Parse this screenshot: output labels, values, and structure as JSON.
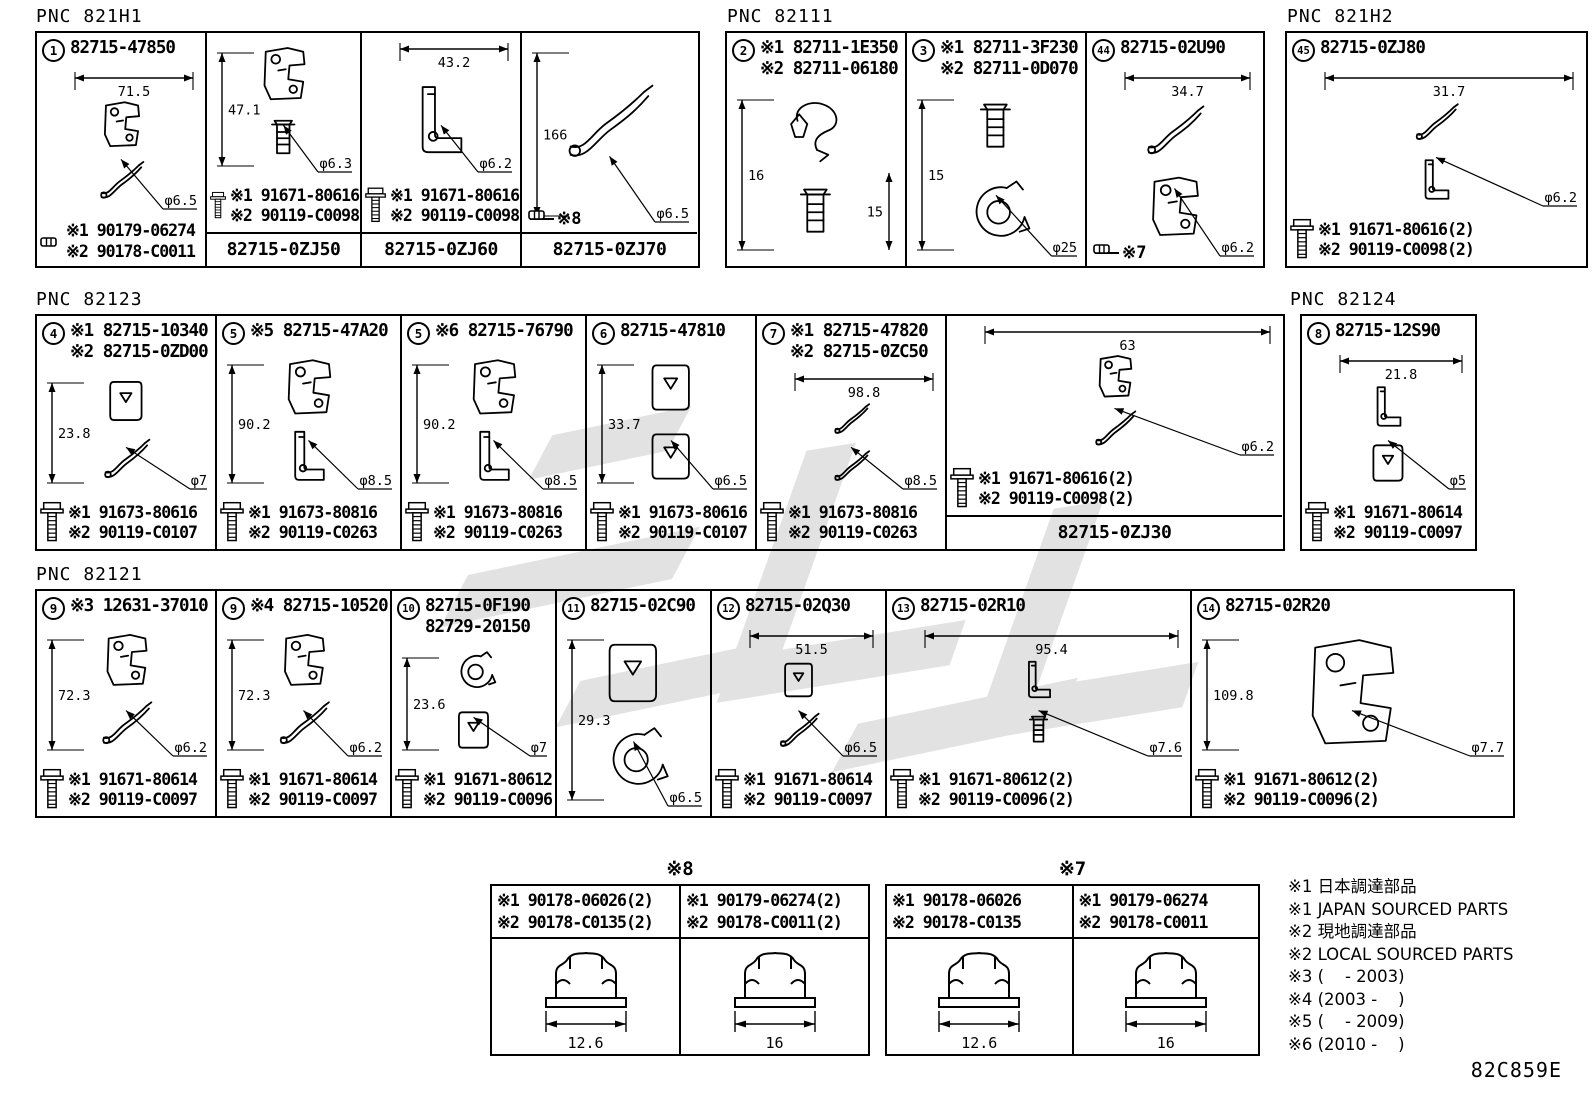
{
  "page": {
    "code": "82C859E"
  },
  "sections": [
    {
      "id": "821h1",
      "label": "PNC 821H1",
      "cells": [
        {
          "badge": "1",
          "title_lines": [
            "82715-47850"
          ],
          "sketch": [
            "bracket",
            "arm"
          ],
          "dims": [
            {
              "kind": "dia",
              "label": "φ6.5"
            },
            {
              "kind": "width",
              "label": "71.5"
            }
          ],
          "fastener": {
            "icon": "nut",
            "lines": [
              "※1 90179-06274",
              "※2 90178-C0011"
            ]
          },
          "footer": null,
          "note": null
        },
        {
          "badge": null,
          "title_lines": [],
          "sketch": [
            "bracket",
            "pin"
          ],
          "dims": [
            {
              "kind": "dia",
              "label": "φ6.3"
            },
            {
              "kind": "height",
              "label": "47.1"
            }
          ],
          "fastener": {
            "icon": "bolt",
            "lines": [
              "※1 91671-80616",
              "※2 90119-C0098"
            ]
          },
          "footer": "82715-0ZJ50",
          "note": null
        },
        {
          "badge": null,
          "title_lines": [],
          "sketch": [
            "channel"
          ],
          "dims": [
            {
              "kind": "dia",
              "label": "φ6.2"
            },
            {
              "kind": "width",
              "label": "43.2"
            }
          ],
          "fastener": {
            "icon": "bolt",
            "lines": [
              "※1 91671-80616",
              "※2 90119-C0098"
            ]
          },
          "footer": "82715-0ZJ60",
          "note": null
        },
        {
          "badge": null,
          "title_lines": [],
          "sketch": [
            "arm"
          ],
          "dims": [
            {
              "kind": "height",
              "label": "166"
            },
            {
              "kind": "dia",
              "label": "φ6.5"
            }
          ],
          "fastener": null,
          "footer": "82715-0ZJ70",
          "note": "※8"
        }
      ]
    },
    {
      "id": "82111",
      "label": "PNC 82111",
      "cells": [
        {
          "badge": "2",
          "title_lines": [
            "※1 82711-1E350",
            "※2 82711-06180"
          ],
          "sketch": [
            "clip",
            "pin"
          ],
          "dims": [
            {
              "kind": "height",
              "label": "16"
            },
            {
              "kind": "height",
              "label": "15"
            }
          ],
          "fastener": null,
          "footer": null,
          "note": null
        },
        {
          "badge": "3",
          "title_lines": [
            "※1 82711-3F230",
            "※2 82711-0D070"
          ],
          "sketch": [
            "pin",
            "clamp"
          ],
          "dims": [
            {
              "kind": "height",
              "label": "15"
            },
            {
              "kind": "dia",
              "label": "φ25"
            }
          ],
          "fastener": null,
          "footer": null,
          "note": null
        },
        {
          "badge": "44",
          "title_lines": [
            "82715-02U90"
          ],
          "sketch": [
            "arm",
            "bracket"
          ],
          "dims": [
            {
              "kind": "dia",
              "label": "φ6.2"
            },
            {
              "kind": "width",
              "label": "34.7"
            }
          ],
          "fastener": null,
          "footer": null,
          "note": "※7"
        }
      ]
    },
    {
      "id": "821h2",
      "label": "PNC 821H2",
      "cells": [
        {
          "badge": "45",
          "title_lines": [
            "82715-0ZJ80"
          ],
          "sketch": [
            "arm",
            "channel"
          ],
          "dims": [
            {
              "kind": "width",
              "label": "31.7"
            },
            {
              "kind": "dia",
              "label": "φ6.2"
            }
          ],
          "fastener": {
            "icon": "bolt",
            "lines": [
              "※1 91671-80616(2)",
              "※2 90119-C0098(2)"
            ]
          },
          "footer": null,
          "note": null
        }
      ]
    },
    {
      "id": "82123",
      "label": "PNC 82123",
      "cells": [
        {
          "badge": "4",
          "title_lines": [
            "※1 82715-10340",
            "※2 82715-0ZD00"
          ],
          "sketch": [
            "plate",
            "arm"
          ],
          "dims": [
            {
              "kind": "dia",
              "label": "φ7"
            },
            {
              "kind": "height",
              "label": "23.8"
            }
          ],
          "fastener": {
            "icon": "bolt",
            "lines": [
              "※1 91673-80616",
              "※2 90119-C0107"
            ]
          },
          "footer": null,
          "note": null
        },
        {
          "badge": "5",
          "title_lines": [
            "※5 82715-47A20"
          ],
          "sketch": [
            "bracket",
            "channel"
          ],
          "dims": [
            {
              "kind": "height",
              "label": "90.2"
            },
            {
              "kind": "dia",
              "label": "φ8.5"
            }
          ],
          "fastener": {
            "icon": "bolt",
            "lines": [
              "※1 91673-80816",
              "※2 90119-C0263"
            ]
          },
          "footer": null,
          "note": null
        },
        {
          "badge": "5",
          "title_lines": [
            "※6 82715-76790"
          ],
          "sketch": [
            "bracket",
            "channel"
          ],
          "dims": [
            {
              "kind": "height",
              "label": "90.2"
            },
            {
              "kind": "dia",
              "label": "φ8.5"
            }
          ],
          "fastener": {
            "icon": "bolt",
            "lines": [
              "※1 91673-80816",
              "※2 90119-C0263"
            ]
          },
          "footer": null,
          "note": null
        },
        {
          "badge": "6",
          "title_lines": [
            "82715-47810"
          ],
          "sketch": [
            "plate",
            "plate"
          ],
          "dims": [
            {
              "kind": "dia",
              "label": "φ6.5"
            },
            {
              "kind": "height",
              "label": "33.7"
            }
          ],
          "fastener": {
            "icon": "bolt",
            "lines": [
              "※1 91673-80616",
              "※2 90119-C0107"
            ]
          },
          "footer": null,
          "note": null
        },
        {
          "badge": "7",
          "title_lines": [
            "※1 82715-47820",
            "※2 82715-0ZC50"
          ],
          "sketch": [
            "arm",
            "arm"
          ],
          "dims": [
            {
              "kind": "width",
              "label": "98.8"
            },
            {
              "kind": "dia",
              "label": "φ8.5"
            }
          ],
          "fastener": {
            "icon": "bolt",
            "lines": [
              "※1 91673-80816",
              "※2 90119-C0263"
            ]
          },
          "footer": null,
          "note": null
        },
        {
          "badge": null,
          "title_lines": [],
          "sketch": [
            "bracket",
            "arm"
          ],
          "dims": [
            {
              "kind": "width",
              "label": "63"
            },
            {
              "kind": "dia",
              "label": "φ6.2"
            }
          ],
          "fastener": {
            "icon": "bolt",
            "lines": [
              "※1 91671-80616(2)",
              "※2 90119-C0098(2)"
            ]
          },
          "footer": "82715-0ZJ30",
          "note": null
        }
      ]
    },
    {
      "id": "82124",
      "label": "PNC 82124",
      "cells": [
        {
          "badge": "8",
          "title_lines": [
            "82715-12S90"
          ],
          "sketch": [
            "channel",
            "plate"
          ],
          "dims": [
            {
              "kind": "width",
              "label": "21.8"
            },
            {
              "kind": "dia",
              "label": "φ5"
            }
          ],
          "fastener": {
            "icon": "bolt",
            "lines": [
              "※1 91671-80614",
              "※2 90119-C0097"
            ]
          },
          "footer": null,
          "note": null
        }
      ]
    },
    {
      "id": "82121",
      "label": "PNC 82121",
      "cells": [
        {
          "badge": "9",
          "title_lines": [
            "※3 12631-37010"
          ],
          "sketch": [
            "bracket",
            "arm"
          ],
          "dims": [
            {
              "kind": "height",
              "label": "72.3"
            },
            {
              "kind": "dia",
              "label": "φ6.2"
            }
          ],
          "fastener": {
            "icon": "bolt",
            "lines": [
              "※1 91671-80614",
              "※2 90119-C0097"
            ]
          },
          "footer": null,
          "note": null
        },
        {
          "badge": "9",
          "title_lines": [
            "※4 82715-10520"
          ],
          "sketch": [
            "bracket",
            "arm"
          ],
          "dims": [
            {
              "kind": "height",
              "label": "72.3"
            },
            {
              "kind": "dia",
              "label": "φ6.2"
            }
          ],
          "fastener": {
            "icon": "bolt",
            "lines": [
              "※1 91671-80614",
              "※2 90119-C0097"
            ]
          },
          "footer": null,
          "note": null
        },
        {
          "badge": "10",
          "title_lines": [
            "82715-0F190",
            "82729-20150"
          ],
          "sketch": [
            "clamp",
            "plate"
          ],
          "dims": [
            {
              "kind": "dia",
              "label": "φ7"
            },
            {
              "kind": "height",
              "label": "23.6"
            }
          ],
          "fastener": {
            "icon": "bolt",
            "lines": [
              "※1 91671-80612",
              "※2 90119-C0096"
            ]
          },
          "footer": null,
          "note": null
        },
        {
          "badge": "11",
          "title_lines": [
            "82715-02C90"
          ],
          "sketch": [
            "plate",
            "clamp"
          ],
          "dims": [
            {
              "kind": "height",
              "label": "29.3"
            },
            {
              "kind": "dia",
              "label": "φ6.5"
            }
          ],
          "fastener": null,
          "footer": null,
          "note": null
        },
        {
          "badge": "12",
          "title_lines": [
            "82715-02Q30"
          ],
          "sketch": [
            "plate",
            "arm"
          ],
          "dims": [
            {
              "kind": "width",
              "label": "51.5"
            },
            {
              "kind": "dia",
              "label": "φ6.5"
            }
          ],
          "fastener": {
            "icon": "bolt",
            "lines": [
              "※1 91671-80614",
              "※2 90119-C0097"
            ]
          },
          "footer": null,
          "note": null
        },
        {
          "badge": "13",
          "title_lines": [
            "82715-02R10"
          ],
          "sketch": [
            "channel",
            "pin"
          ],
          "dims": [
            {
              "kind": "dia",
              "label": "φ7.6"
            },
            {
              "kind": "width",
              "label": "95.4"
            }
          ],
          "fastener": {
            "icon": "bolt",
            "lines": [
              "※1 91671-80612(2)",
              "※2 90119-C0096(2)"
            ]
          },
          "footer": null,
          "note": null
        },
        {
          "badge": "14",
          "title_lines": [
            "82715-02R20"
          ],
          "sketch": [
            "bracket"
          ],
          "dims": [
            {
              "kind": "height",
              "label": "109.8"
            },
            {
              "kind": "dia",
              "label": "φ7.7"
            }
          ],
          "fastener": {
            "icon": "bolt",
            "lines": [
              "※1 91671-80612(2)",
              "※2 90119-C0096(2)"
            ]
          },
          "footer": null,
          "note": null
        }
      ]
    }
  ],
  "nut_tables": [
    {
      "title": "※8",
      "columns": [
        {
          "lines": [
            "※1 90178-06026(2)",
            "※2 90178-C0135(2)"
          ],
          "width_dim": "12.6"
        },
        {
          "lines": [
            "※1 90179-06274(2)",
            "※2 90178-C0011(2)"
          ],
          "width_dim": "16"
        }
      ]
    },
    {
      "title": "※7",
      "columns": [
        {
          "lines": [
            "※1 90178-06026",
            "※2 90178-C0135"
          ],
          "width_dim": "12.6"
        },
        {
          "lines": [
            "※1 90179-06274",
            "※2 90178-C0011"
          ],
          "width_dim": "16"
        }
      ]
    }
  ],
  "notes": [
    "※1 日本調達部品",
    "※1 JAPAN SOURCED PARTS",
    "※2 現地調達部品",
    "※2 LOCAL SOURCED PARTS",
    "※3 (    - 2003)",
    "※4 (2003 -    )",
    "※5 (    - 2009)",
    "※6 (2010 -    )"
  ]
}
